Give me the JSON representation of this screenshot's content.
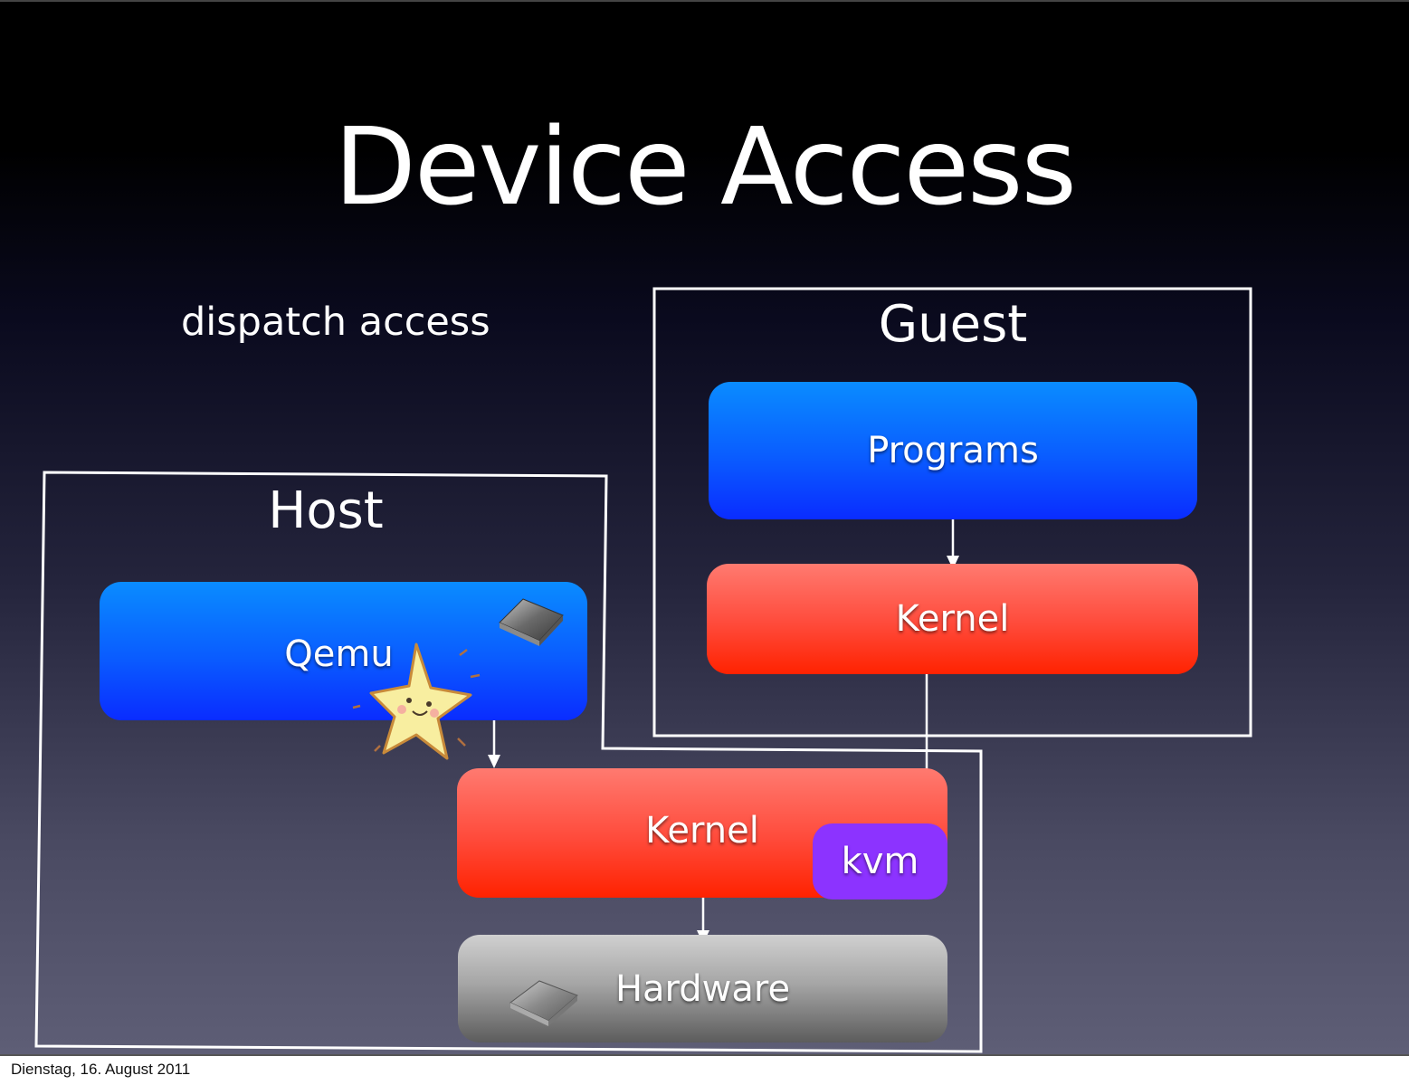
{
  "slide": {
    "title": "Device Access",
    "subtitle": "dispatch access",
    "footer_date": "Dienstag, 16. August 2011"
  },
  "host": {
    "label": "Host",
    "qemu_label": "Qemu",
    "kernel_label": "Kernel",
    "kvm_label": "kvm",
    "hardware_label": "Hardware"
  },
  "guest": {
    "label": "Guest",
    "programs_label": "Programs",
    "kernel_label": "Kernel"
  },
  "icons": {
    "qemu_chip": "cpu-chip-icon",
    "hardware_chip": "cpu-chip-icon",
    "star": "smiling-star-icon"
  },
  "colors": {
    "program_blue": "#0a5cff",
    "kernel_red": "#ff4a3a",
    "kvm_purple": "#8c33ff",
    "hardware_gray": "#a6a6a6"
  }
}
